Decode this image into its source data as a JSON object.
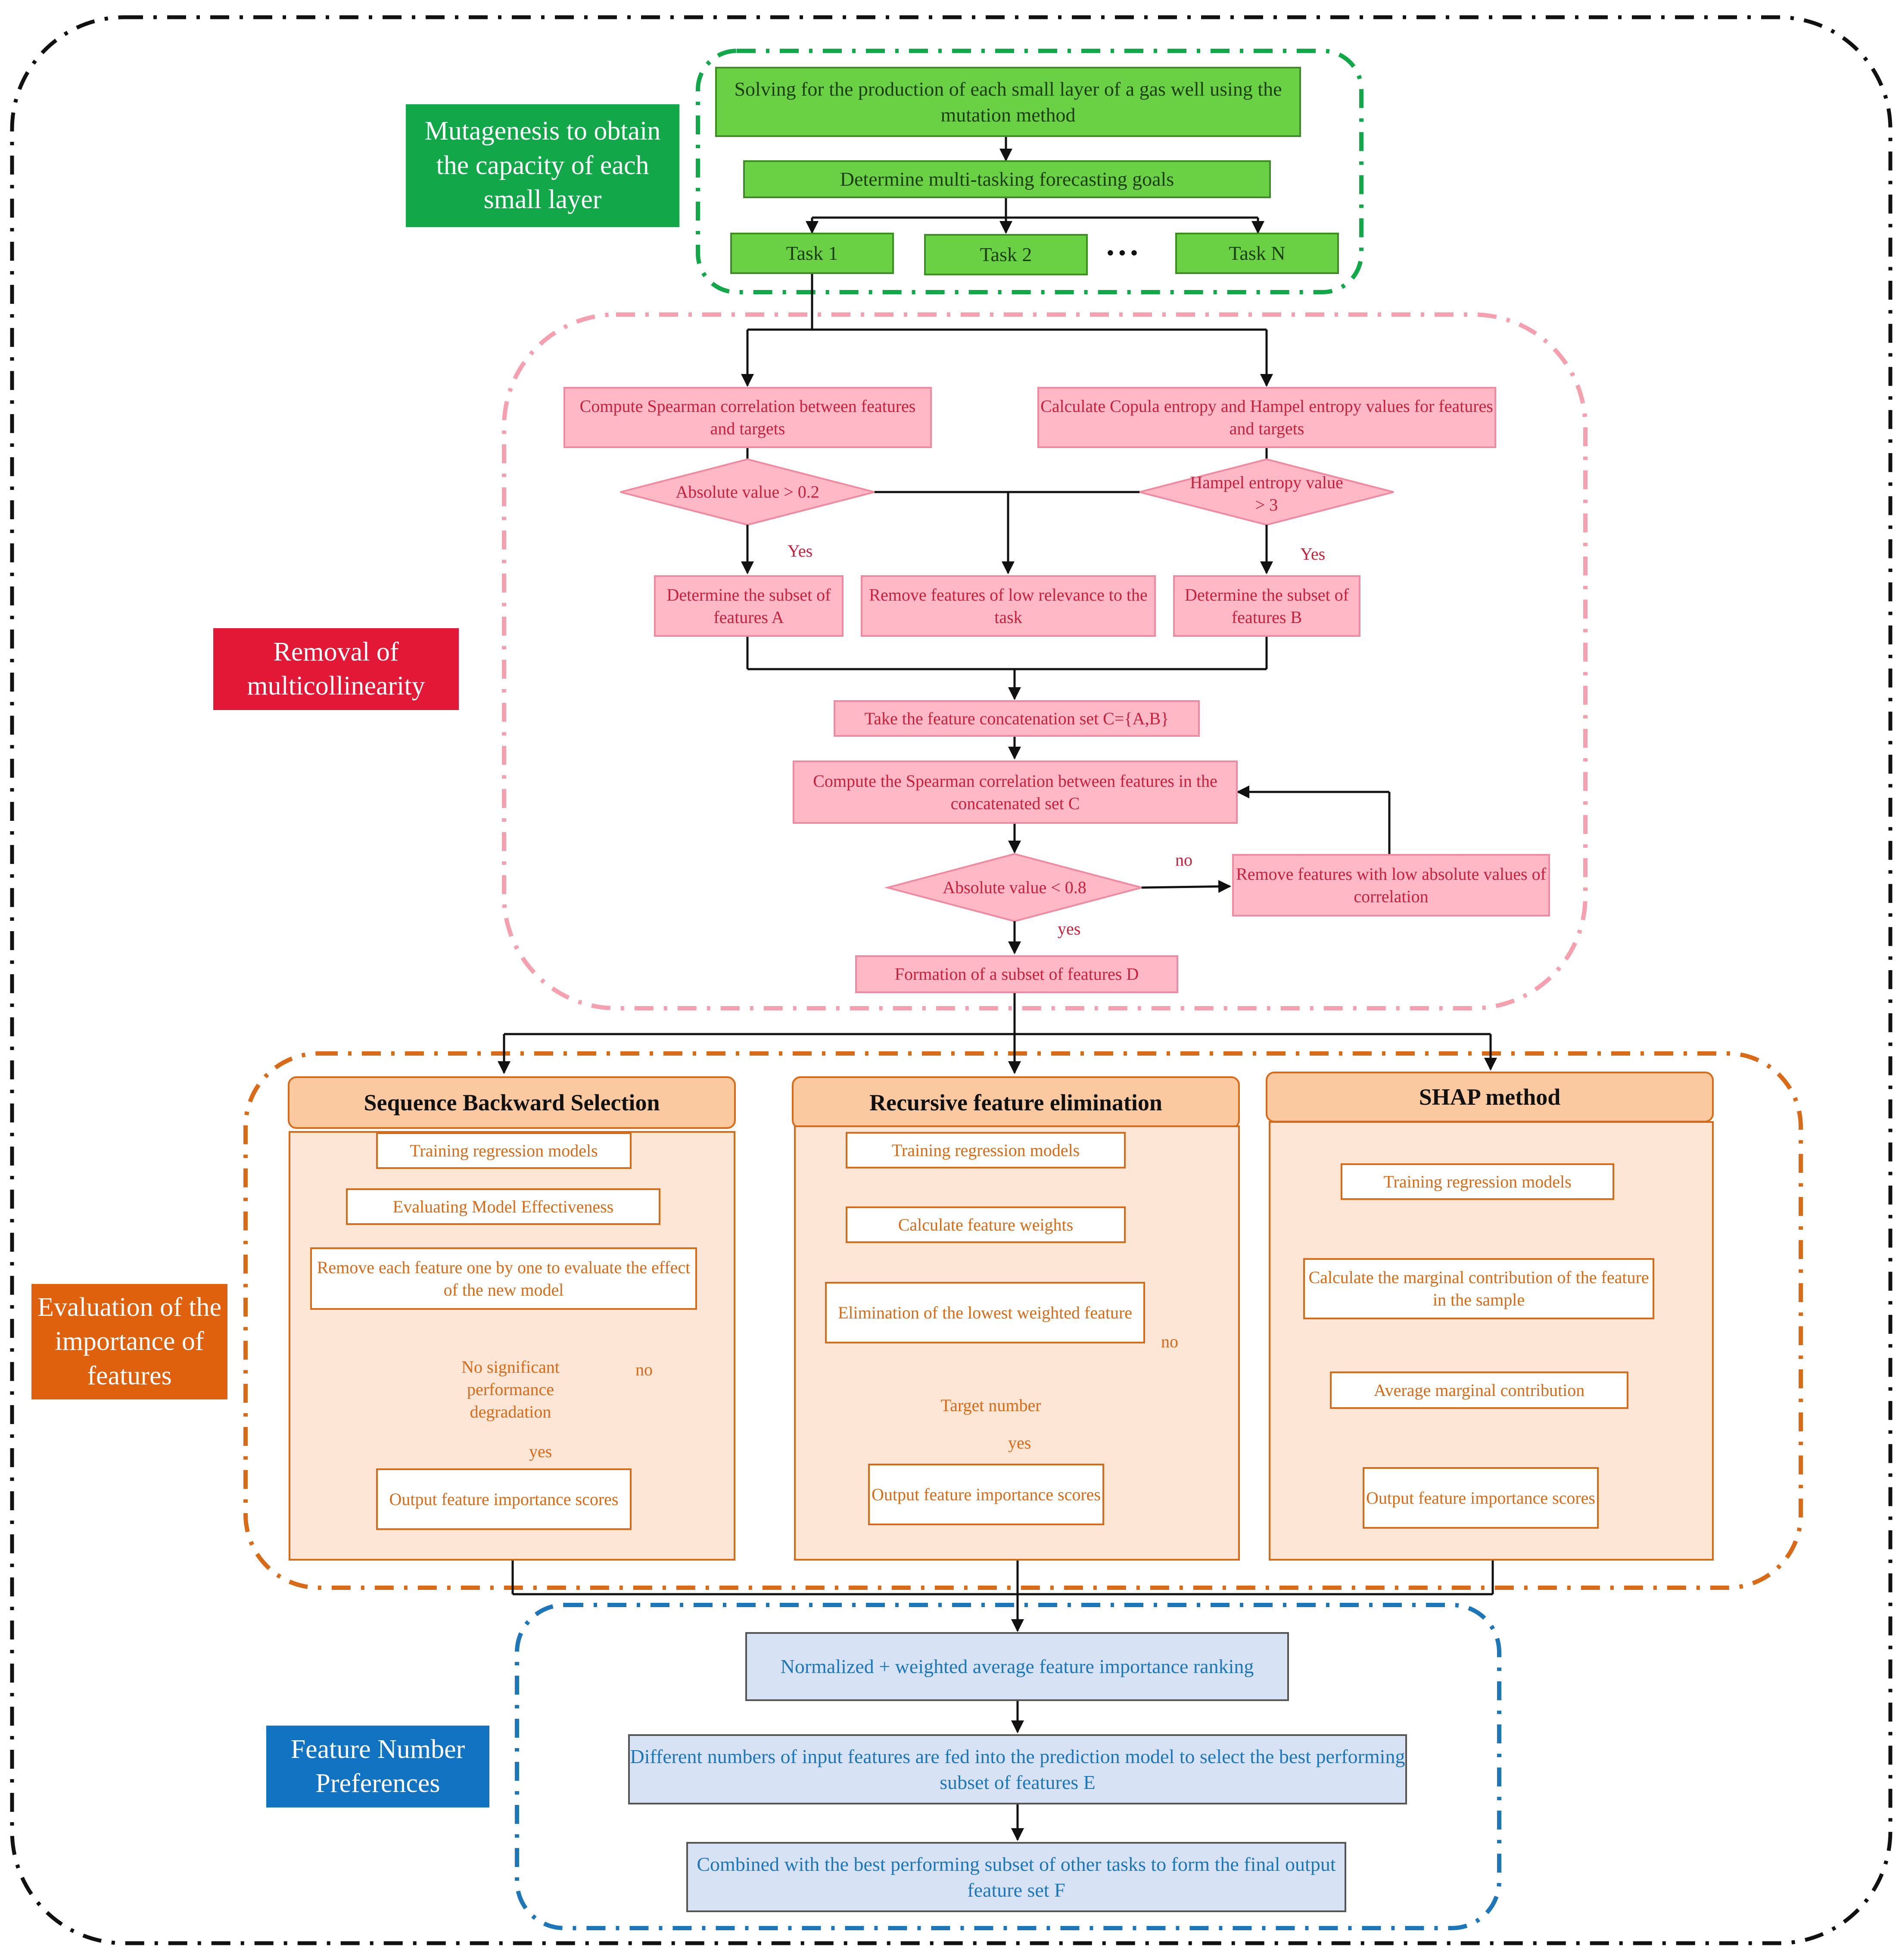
{
  "colors": {
    "green": "#6bd144",
    "pink": "#ffb8c6",
    "orange": "#d96a17",
    "light_orange": "#fde6d6",
    "blue": "#1d76b8",
    "light_blue": "#d7e3f5",
    "red_label": "#e31837",
    "green_label": "#12a84a",
    "orange_label": "#e0610d"
  },
  "side_labels": {
    "mutagenesis": "Mutagenesis to obtain the capacity of each small layer",
    "multicollinearity": "Removal of multicollinearity",
    "importance": "Evaluation of the importance of features",
    "preferences": "Feature Number Preferences"
  },
  "green_section": {
    "solve": "Solving for the production of each small layer of a gas well using the mutation method",
    "goals": "Determine multi-tasking forecasting goals",
    "task1": "Task 1",
    "task2": "Task 2",
    "dots": "• • •",
    "taskN": "Task N"
  },
  "pink_section": {
    "spearman": "Compute Spearman correlation between features and targets",
    "copula": "Calculate Copula entropy and Hampel entropy values for features and targets",
    "abs_gt": "Absolute value > 0.2",
    "hampel": "Hampel entropy value > 3",
    "yes1": "Yes",
    "yes2": "Yes",
    "subset_a": "Determine the subset of features A",
    "remove_low": "Remove features of low relevance to the task",
    "subset_b": "Determine the subset of features B",
    "concat": "Take the feature concatenation set C={A,B}",
    "spearman_c": "Compute the Spearman correlation between features in the concatenated set C",
    "abs_lt": "Absolute value < 0.8",
    "no": "no",
    "remove_abs": "Remove features with low absolute values of correlation",
    "yes3": "yes",
    "subset_d": "Formation of a subset of features D"
  },
  "orange_section": {
    "sbs": {
      "title": "Sequence Backward Selection",
      "train": "Training regression models",
      "eval": "Evaluating Model Effectiveness",
      "remove": "Remove each feature one by one to evaluate the effect of the new model",
      "decision": "No significant performance degradation",
      "no": "no",
      "yes": "yes",
      "output": "Output feature importance scores"
    },
    "rfe": {
      "title": "Recursive feature elimination",
      "train": "Training regression models",
      "weights": "Calculate feature weights",
      "elim": "Elimination of the lowest weighted feature",
      "decision": "Target number",
      "no": "no",
      "yes": "yes",
      "output": "Output feature importance scores"
    },
    "shap": {
      "title": "SHAP method",
      "train": "Training regression models",
      "marginal": "Calculate the marginal contribution of the feature in the sample",
      "avg": "Average marginal contribution",
      "output": "Output feature importance scores"
    }
  },
  "blue_section": {
    "rank": "Normalized + weighted average feature importance ranking",
    "fed": "Different numbers of input features are fed into the prediction model to select the best performing subset of features E",
    "combined": "Combined with the best performing subset of other tasks to form the final output feature set F"
  }
}
